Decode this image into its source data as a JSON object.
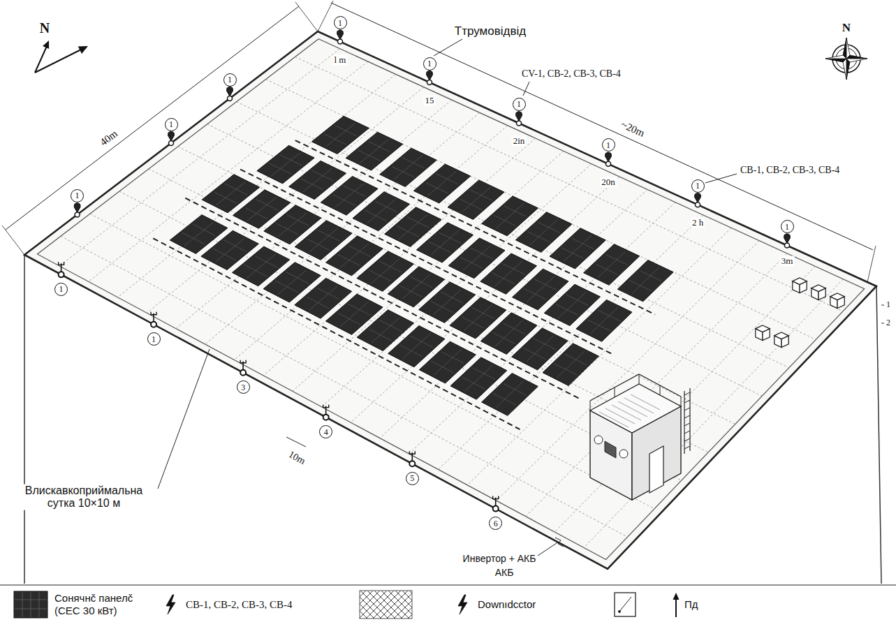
{
  "diagram": {
    "nodes": [
      {
        "text": [
          "1"
        ]
      },
      {
        "text": [
          "1"
        ]
      },
      {
        "text": [
          "1"
        ]
      },
      {
        "text": [
          "1"
        ]
      },
      {
        "text": [
          "1"
        ]
      },
      {
        "text": [
          "1"
        ]
      },
      {
        "text": [
          "1"
        ]
      },
      {
        "text": [
          "1"
        ]
      },
      {
        "text": [
          "1"
        ]
      },
      {
        "text": [
          "1"
        ]
      },
      {
        "text": [
          "1"
        ]
      },
      {
        "text": [
          "3"
        ]
      },
      {
        "text": [
          "4"
        ]
      },
      {
        "text": [
          "5"
        ]
      },
      {
        "text": [
          "6"
        ]
      }
    ],
    "labels": [
      "N",
      "N",
      "40m",
      "~20m",
      "10m",
      "Ттрумовідвід",
      "CV-1, CB-2, CB-3, CB-4",
      "CB-1, CB-2, CB-3, CB-4",
      "l m",
      "15",
      "2in",
      "20n",
      "2 h",
      "3m",
      "Влискавкоприймальна сутка 10×10 м",
      "Инвертор + АКБ",
      "АКБ",
      "1",
      "2"
    ],
    "legend": [
      {
        "text": "Сонячнč панелč (СЕС 30 кВт)"
      },
      {
        "text": "CB-1, CB-2, CB-3, CB-4"
      },
      {
        "text": "Downıdcctor"
      },
      {
        "text": "Пд"
      }
    ]
  }
}
